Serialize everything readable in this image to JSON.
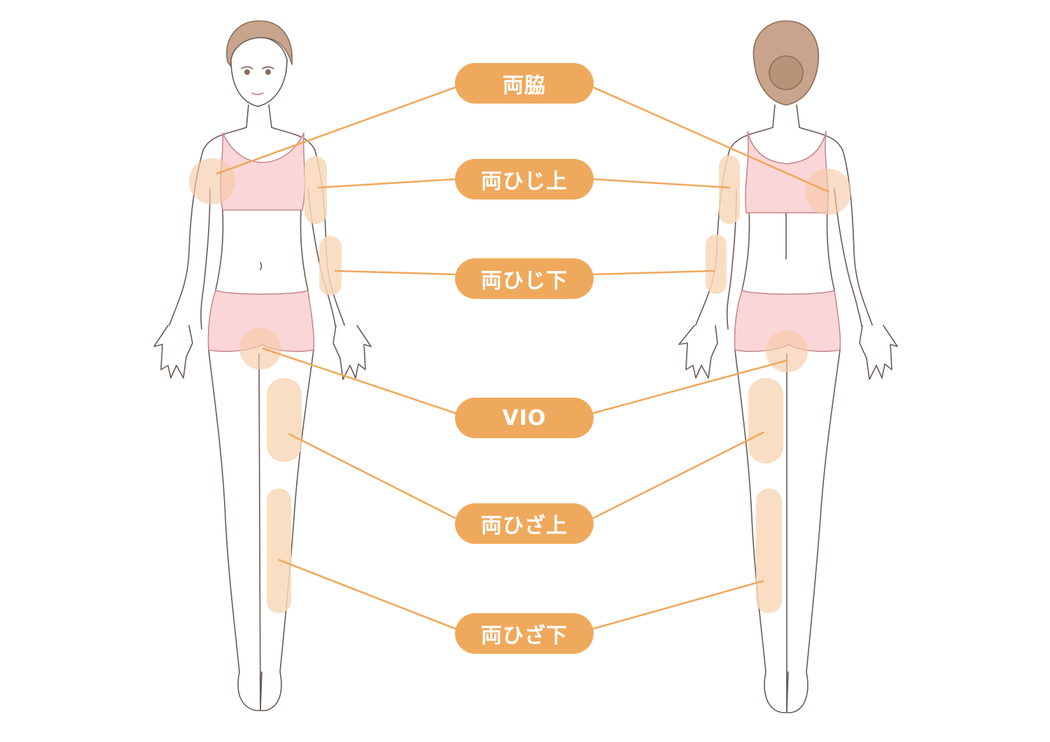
{
  "colors": {
    "label_fill": "#efa95d",
    "connector": "#efa95d",
    "skin_line": "#6b5a55",
    "underwear": "#fbd6d8",
    "highlight": "#f8d9b9",
    "hair": "#c7a48b",
    "skin": "#ffffff"
  },
  "labels": [
    {
      "id": "wakinoshita",
      "text": "両脇"
    },
    {
      "id": "hiji-ue",
      "text": "両ひじ上"
    },
    {
      "id": "hiji-shita",
      "text": "両ひじ下"
    },
    {
      "id": "vio",
      "text": "VIO"
    },
    {
      "id": "hiza-ue",
      "text": "両ひざ上"
    },
    {
      "id": "hiza-shita",
      "text": "両ひざ下"
    }
  ],
  "figures": [
    {
      "id": "front",
      "view": "front"
    },
    {
      "id": "back",
      "view": "back"
    }
  ]
}
